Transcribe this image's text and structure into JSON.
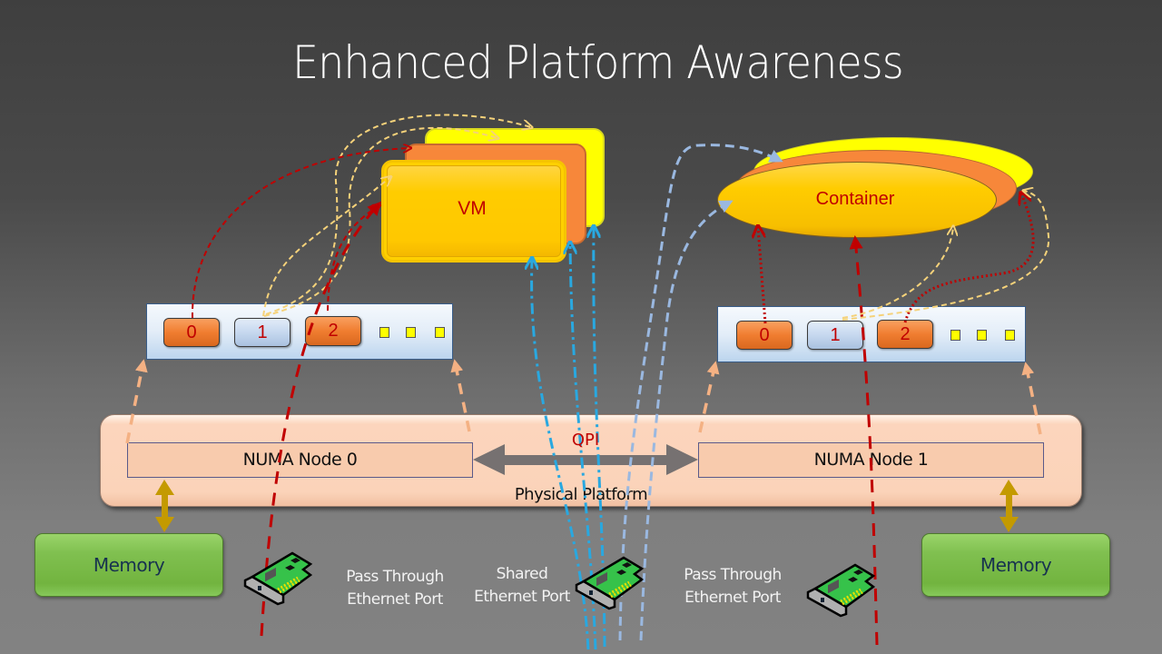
{
  "title": "Enhanced Platform Awareness",
  "vm": {
    "label": "VM"
  },
  "container": {
    "label": "Container"
  },
  "cpu_left": {
    "cores": [
      "0",
      "1",
      "2"
    ],
    "more_indicator_count": 3
  },
  "cpu_right": {
    "cores": [
      "0",
      "1",
      "2"
    ],
    "more_indicator_count": 3
  },
  "platform": {
    "label": "Physical Platform",
    "numa_nodes": [
      "NUMA Node 0",
      "NUMA Node 1"
    ],
    "interconnect_label": "QPI"
  },
  "memory": {
    "left_label": "Memory",
    "right_label": "Memory"
  },
  "ports": {
    "left_label_line1": "Pass Through",
    "left_label_line2": "Ethernet Port",
    "shared_label_line1": "Shared",
    "shared_label_line2": "Ethernet Port",
    "right_label_line1": "Pass Through",
    "right_label_line2": "Ethernet Port"
  },
  "colors": {
    "core_highlight": "#f07d30",
    "core_shared": "#c6d8ef",
    "text_accent": "#c00000",
    "passthrough_path": "#c00000",
    "shared_path_vm": "#29a8e0",
    "shared_path_container": "#9ab8e0",
    "cpu_pinning_path": "#f5d27a",
    "numa_link": "#f4b183",
    "memory_link": "#c49a00",
    "memory_fill": "#80c050"
  }
}
